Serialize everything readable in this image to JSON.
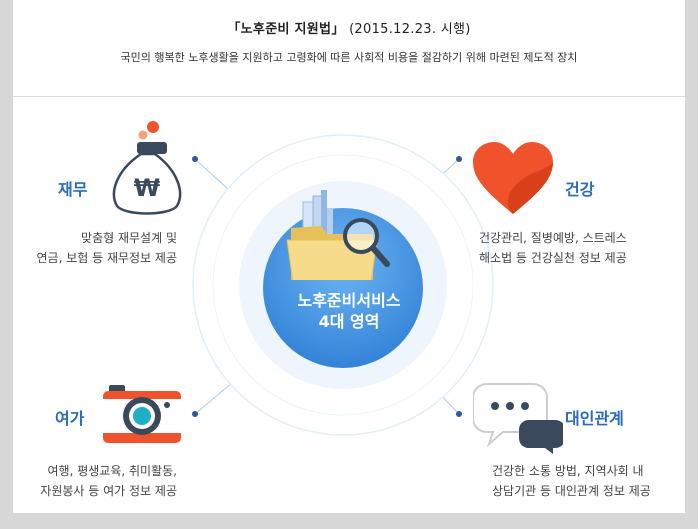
{
  "header": {
    "title_bracket": "「노후준비 지원법」",
    "title_date": "(2015.12.23. 시행)",
    "subtitle": "국민의 행복한 노후생활을 지원하고 고령화에 따른 사회적 비용을 절감하기 위해 마련된 제도적 장치"
  },
  "center": {
    "line1": "노후준비서비스",
    "line2": "4대 영역"
  },
  "areas": {
    "finance": {
      "label": "재무",
      "desc1": "맞춤형 재무설계 및",
      "desc2": "연금, 보험 등 재무정보 제공",
      "coin_symbol": "₩"
    },
    "health": {
      "label": "건강",
      "desc1": "건강관리, 질병예방, 스트레스",
      "desc2": "해소법 등 건강실천 정보 제공"
    },
    "leisure": {
      "label": "여가",
      "desc1": "여행, 평생교육, 취미활동,",
      "desc2": "자원봉사 등 여가 정보 제공"
    },
    "relations": {
      "label": "대인관계",
      "desc1": "건강한 소통 방법, 지역사회 내",
      "desc2": "상담기관 등 대인관계 정보 제공"
    }
  },
  "colors": {
    "label_blue": "#2b6cb7",
    "center_blue": "#3f8fe0",
    "heart_red": "#f0532b",
    "camera_red": "#f0532b",
    "icon_dark": "#3a4a5c"
  },
  "icons": [
    "money-bag-icon",
    "heart-icon",
    "camera-icon",
    "speech-bubble-icon",
    "folder-magnifier-icon"
  ]
}
